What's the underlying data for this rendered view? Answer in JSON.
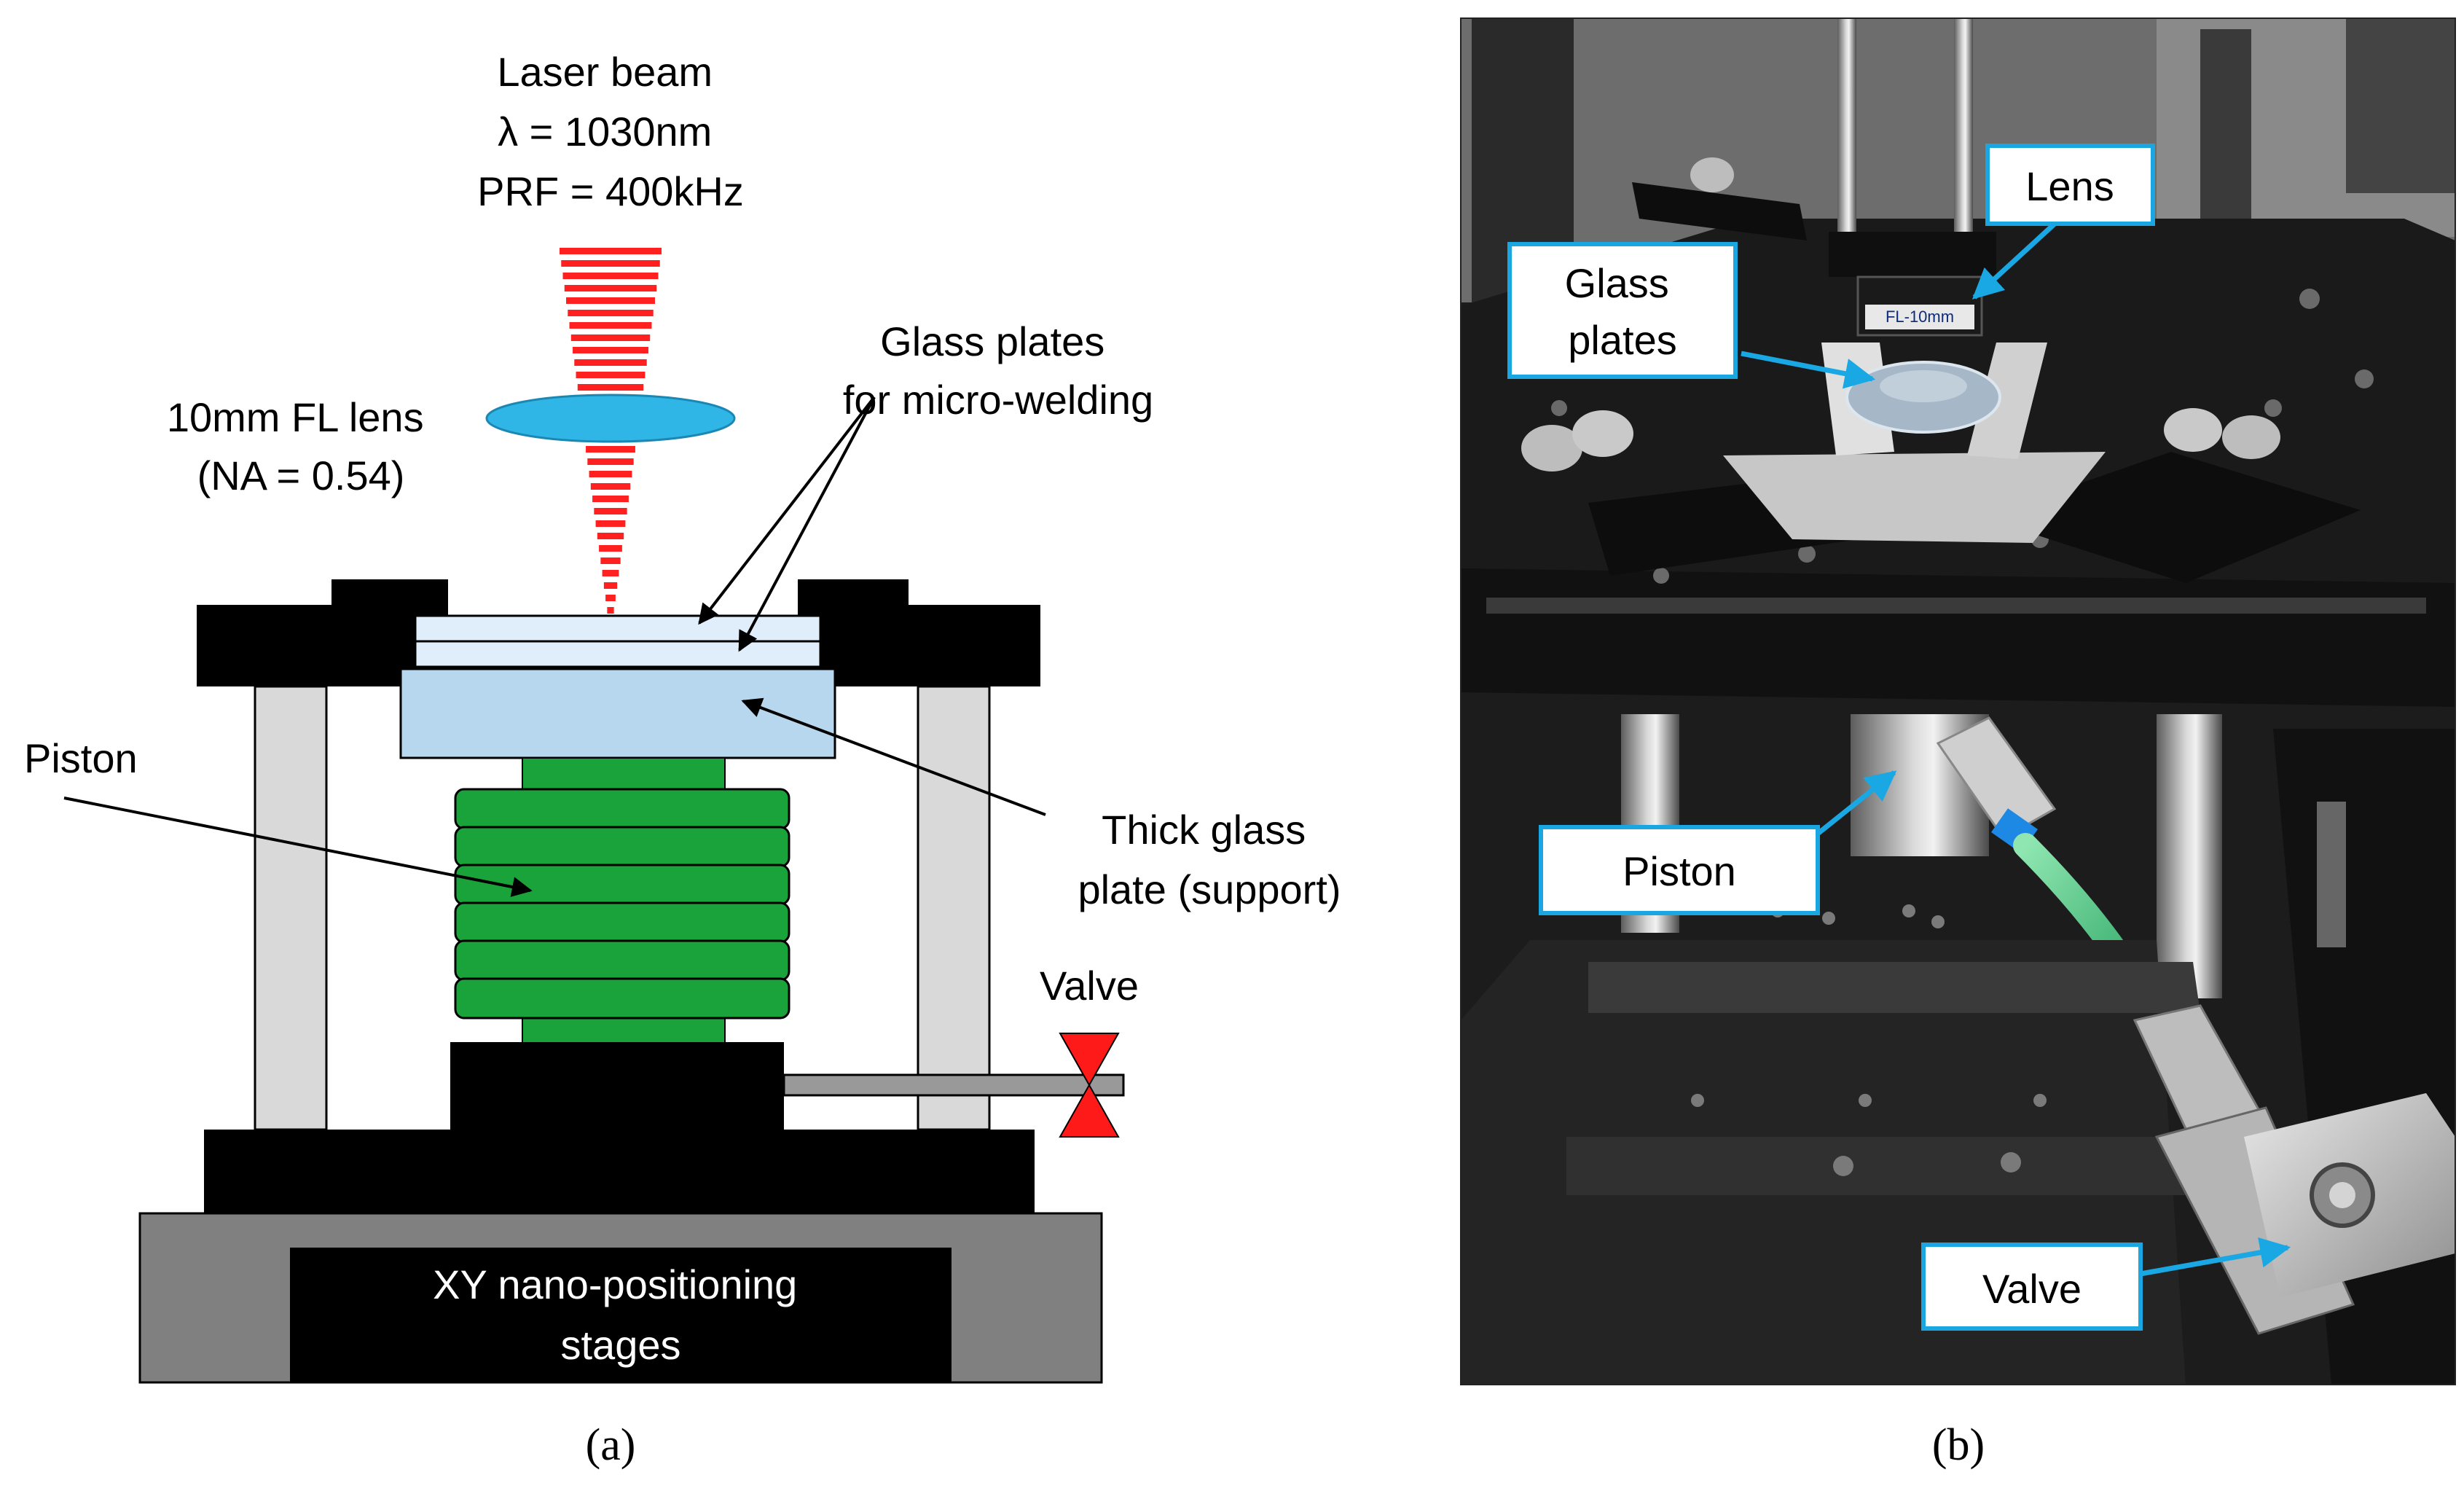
{
  "panel_a": {
    "laser_label": [
      "Laser beam",
      "λ = 1030nm",
      "PRF = 400kHz"
    ],
    "lens_label": [
      "10mm  FL lens",
      "(NA  = 0.54)"
    ],
    "glass_plates_label": [
      "Glass plates",
      "for micro-welding"
    ],
    "piston_label": "Piston",
    "thick_glass_label": [
      "Thick glass",
      "plate (support)"
    ],
    "valve_label": "Valve",
    "stage_label": [
      "XY nano-positioning",
      "stages"
    ],
    "caption": "(a)"
  },
  "panel_b": {
    "callouts": {
      "lens": "Lens",
      "glass_plates": [
        "Glass",
        "plates"
      ],
      "piston": "Piston",
      "valve": "Valve"
    },
    "lens_engraving": "FL-10mm",
    "caption": "(b)"
  },
  "colors": {
    "laser": "#ff2020",
    "lens": "#2fb6e6",
    "piston": "#1aa33a",
    "valve": "#ff1a1a",
    "callout_border": "#1aa6e0",
    "thick_glass": "#b7d7ee",
    "thin_glass": "#dfeefa"
  }
}
